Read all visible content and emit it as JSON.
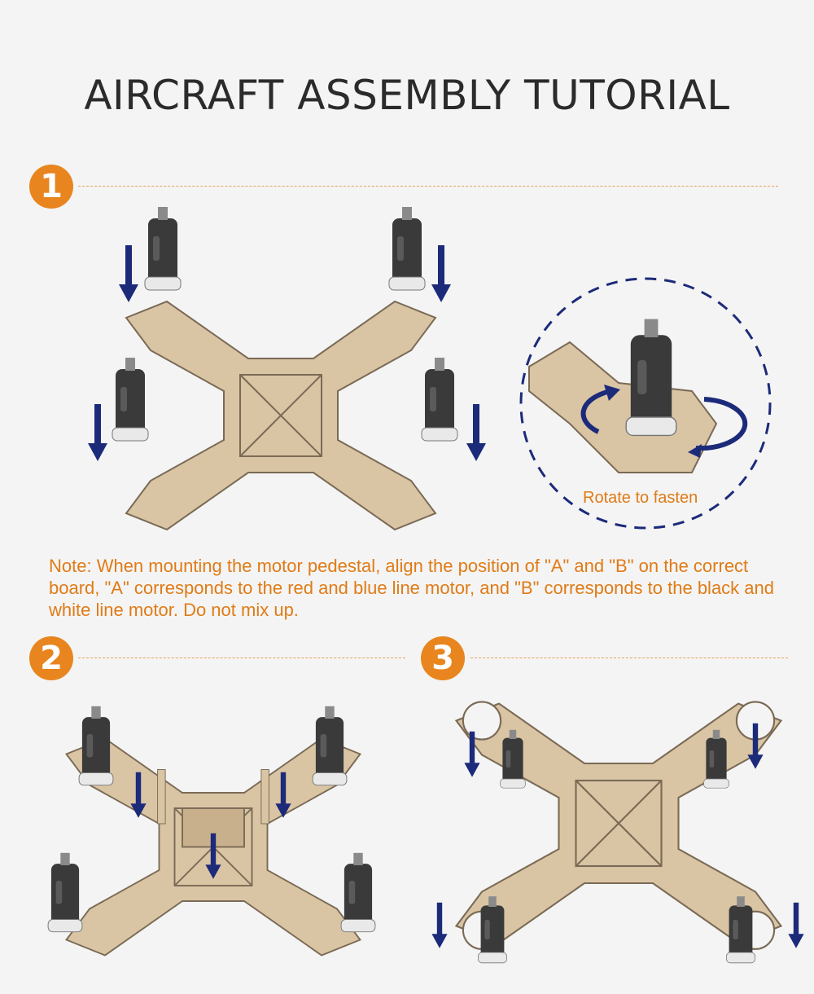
{
  "title": "AIRCRAFT ASSEMBLY TUTORIAL",
  "steps": [
    {
      "number": "1"
    },
    {
      "number": "2"
    },
    {
      "number": "3"
    }
  ],
  "detail_label": "Rotate to fasten",
  "note": "Note: When mounting the motor pedestal, align the position of \"A\" and \"B\" on the correct board, \"A\" corresponds to the red and blue line motor, and \"B\" corresponds to the black and white line motor. Do not mix up.",
  "colors": {
    "accent": "#e8851e",
    "note_text": "#e07b16",
    "arrow": "#1c2a7a",
    "frame": "#d9c4a4",
    "motor": "#3a3a3a"
  }
}
